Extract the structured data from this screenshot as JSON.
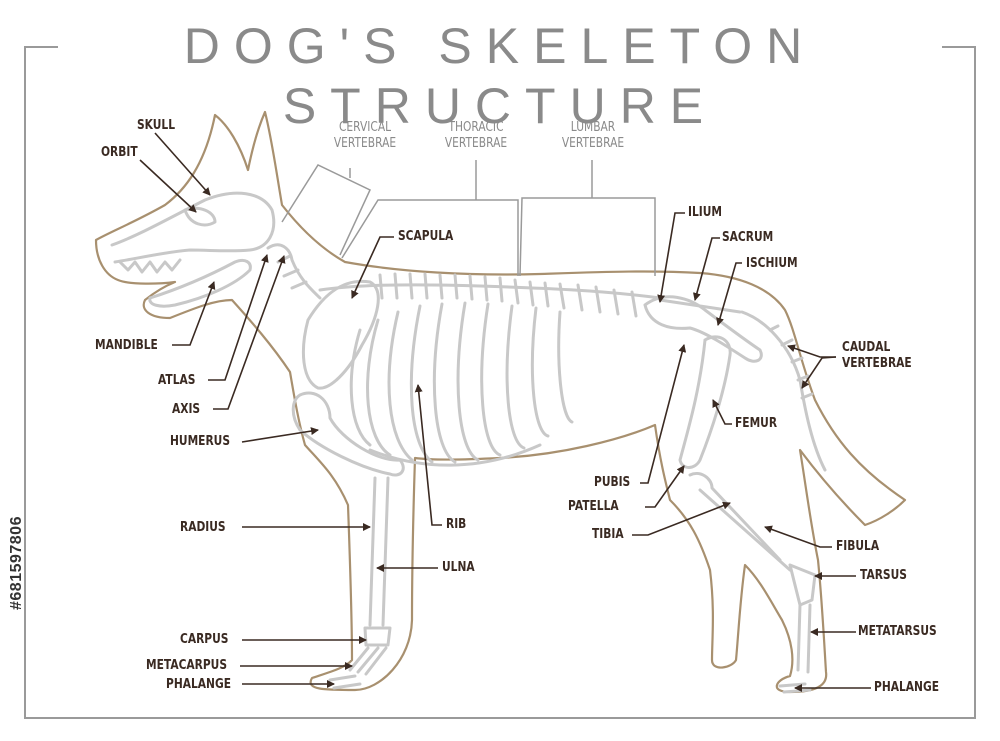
{
  "title": "DOG'S SKELETON STRUCTURE",
  "side_text": "#681597806",
  "colors": {
    "outline": "#a8906f",
    "bone": "#c8c8c8",
    "label": "#3a2a22",
    "frame": "#9a9a9a",
    "section": "#8a8a8a"
  },
  "sections": {
    "cervical": "CERVICAL\nVERTEBRAE",
    "thoracic": "THORACIC\nVERTEBRAE",
    "lumbar": "LUMBAR\nVERTEBRAE"
  },
  "labels": {
    "skull": "SKULL",
    "orbit": "ORBIT",
    "mandible": "MANDIBLE",
    "atlas": "ATLAS",
    "axis": "AXIS",
    "humerus": "HUMERUS",
    "radius": "RADIUS",
    "carpus": "CARPUS",
    "metacarpus": "METACARPUS",
    "phalange_front": "PHALANGE",
    "scapula": "SCAPULA",
    "rib": "RIB",
    "ulna": "ULNA",
    "ilium": "ILIUM",
    "sacrum": "SACRUM",
    "ischium": "ISCHIUM",
    "caudal": "CAUDAL\nVERTEBRAE",
    "femur": "FEMUR",
    "pubis": "PUBIS",
    "patella": "PATELLA",
    "tibia": "TIBIA",
    "fibula": "FIBULA",
    "tarsus": "TARSUS",
    "metatarsus": "METATARSUS",
    "phalange_hind": "PHALANGE"
  }
}
